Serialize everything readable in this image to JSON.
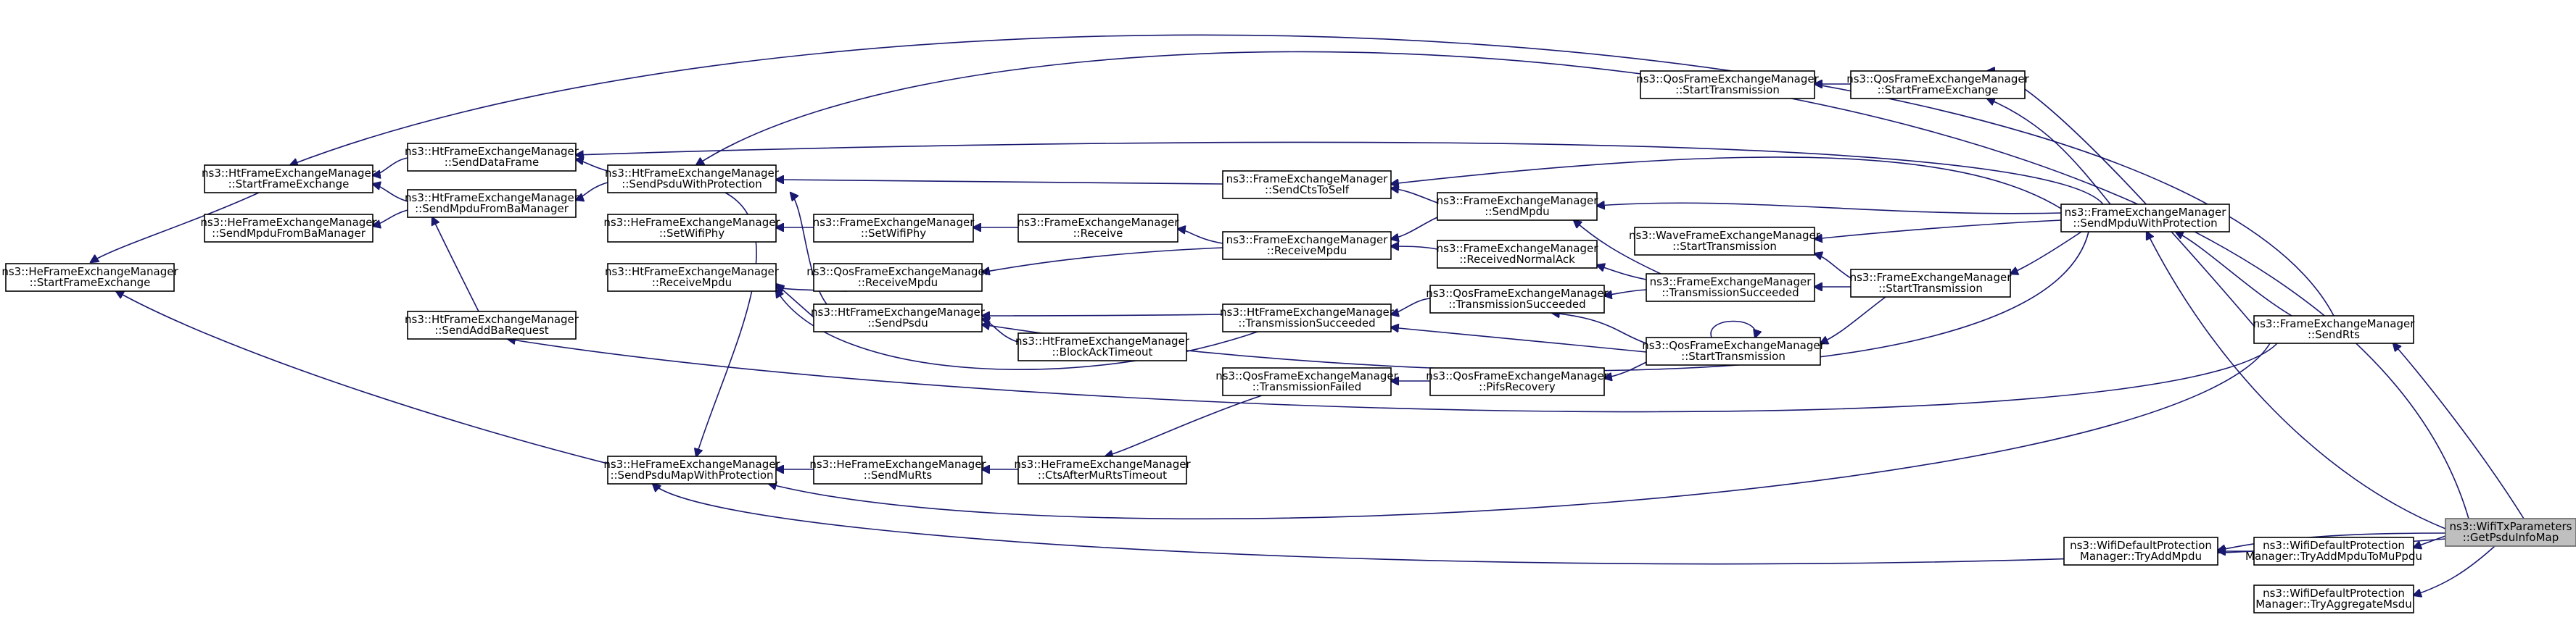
{
  "graph": {
    "nodes": {
      "he_sfe": [
        "ns3::HeFrameExchangeManager",
        "::StartFrameExchange"
      ],
      "ht_sfe": [
        "ns3::HtFrameExchangeManager",
        "::StartFrameExchange"
      ],
      "he_smfba": [
        "ns3::HeFrameExchangeManager",
        "::SendMpduFromBaManager"
      ],
      "ht_sdf": [
        "ns3::HtFrameExchangeManager",
        "::SendDataFrame"
      ],
      "ht_smfba": [
        "ns3::HtFrameExchangeManager",
        "::SendMpduFromBaManager"
      ],
      "ht_sabr": [
        "ns3::HtFrameExchangeManager",
        "::SendAddBaRequest"
      ],
      "ht_spwp": [
        "ns3::HtFrameExchangeManager",
        "::SendPsduWithProtection"
      ],
      "he_swp": [
        "ns3::HeFrameExchangeManager",
        "::SetWifiPhy"
      ],
      "ht_rm": [
        "ns3::HtFrameExchangeManager",
        "::ReceiveMpdu"
      ],
      "he_spmwp": [
        "ns3::HeFrameExchangeManager",
        "::SendPsduMapWithProtection"
      ],
      "fem_swp": [
        "ns3::FrameExchangeManager",
        "::SetWifiPhy"
      ],
      "qos_rm": [
        "ns3::QosFrameExchangeManager",
        "::ReceiveMpdu"
      ],
      "ht_sp": [
        "ns3::HtFrameExchangeManager",
        "::SendPsdu"
      ],
      "he_smr": [
        "ns3::HeFrameExchangeManager",
        "::SendMuRts"
      ],
      "fem_recv": [
        "ns3::FrameExchangeManager",
        "::Receive"
      ],
      "ht_bat": [
        "ns3::HtFrameExchangeManager",
        "::BlockAckTimeout"
      ],
      "he_camrt": [
        "ns3::HeFrameExchangeManager",
        "::CtsAfterMuRtsTimeout"
      ],
      "fem_scts": [
        "ns3::FrameExchangeManager",
        "::SendCtsToSelf"
      ],
      "fem_rm": [
        "ns3::FrameExchangeManager",
        "::ReceiveMpdu"
      ],
      "ht_ts": [
        "ns3::HtFrameExchangeManager",
        "::TransmissionSucceeded"
      ],
      "qos_tf": [
        "ns3::QosFrameExchangeManager",
        "::TransmissionFailed"
      ],
      "fem_sm": [
        "ns3::FrameExchangeManager",
        "::SendMpdu"
      ],
      "fem_rna": [
        "ns3::FrameExchangeManager",
        "::ReceivedNormalAck"
      ],
      "qos_ts": [
        "ns3::QosFrameExchangeManager",
        "::TransmissionSucceeded"
      ],
      "qos_pr": [
        "ns3::QosFrameExchangeManager",
        "::PifsRecovery"
      ],
      "qos_st2": [
        "ns3::QosFrameExchangeManager",
        "::StartTransmission"
      ],
      "wave_st": [
        "ns3::WaveFrameExchangeManager",
        "::StartTransmission"
      ],
      "fem_ts": [
        "ns3::FrameExchangeManager",
        "::TransmissionSucceeded"
      ],
      "qos_st": [
        "ns3::QosFrameExchangeManager",
        "::StartTransmission"
      ],
      "qos_sfe": [
        "ns3::QosFrameExchangeManager",
        "::StartFrameExchange"
      ],
      "fem_st": [
        "ns3::FrameExchangeManager",
        "::StartTransmission"
      ],
      "fem_smwp": [
        "ns3::FrameExchangeManager",
        "::SendMpduWithProtection"
      ],
      "wdpm_tam": [
        "ns3::WifiDefaultProtection",
        "Manager::TryAddMpdu"
      ],
      "fem_srts": [
        "ns3::FrameExchangeManager",
        "::SendRts"
      ],
      "wdpm_tamtmp": [
        "ns3::WifiDefaultProtection",
        "Manager::TryAddMpduToMuPpdu"
      ],
      "wdpm_tams": [
        "ns3::WifiDefaultProtection",
        "Manager::TryAggregateMsdu"
      ],
      "root": [
        "ns3::WifiTxParameters",
        "::GetPsduInfoMap"
      ]
    }
  }
}
